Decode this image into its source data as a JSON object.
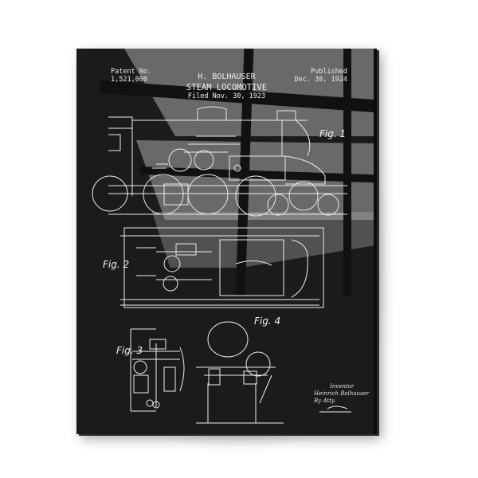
{
  "product": {
    "type": "acrylic glass wall art print",
    "subject": "patent blueprint"
  },
  "patent": {
    "patent_no_label": "Patent No.",
    "patent_no": "1,521,000",
    "published_label": "Published",
    "published_date": "Dec. 30, 1924",
    "inventor_name": "H. BOLHAUSER",
    "title": "STEAM LOCOMOTIVE",
    "filed": "Filed Nov. 30, 1923"
  },
  "figures": {
    "fig1": "Fig. 1",
    "fig2": "Fig. 2",
    "fig3": "Fig. 3",
    "fig4": "Fig. 4"
  },
  "signature": {
    "label": "Inventor",
    "name": "Heinrich Bolhauser",
    "by": "By Atty.",
    "atty": "Atty."
  },
  "colors": {
    "background": "#ffffff",
    "panel": "#1b1b1b",
    "linework": "#eeeeee",
    "glare": "#9a9a9a"
  }
}
